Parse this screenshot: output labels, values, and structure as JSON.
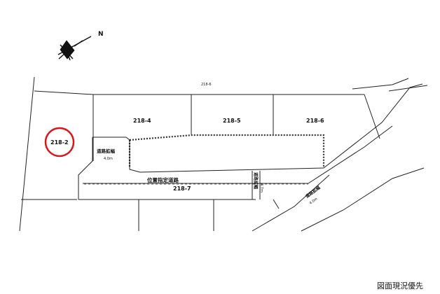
{
  "compass": {
    "label": "N",
    "icon": "north-arrow-icon"
  },
  "lots": {
    "top": "218-6",
    "lot_2": "218-2",
    "lot_4": "218-4",
    "lot_5": "218-5",
    "lot_6": "218-6"
  },
  "roads": {
    "left_road_name": "道路拡幅",
    "left_road_width": "4.0m",
    "position_road_name": "位置指定道路",
    "position_road_lot": "218-7",
    "vertical_road_name": "道路拡幅",
    "vertical_road_width": "4.7m",
    "diagonal_road_name": "道路拡幅",
    "diagonal_road_width": "4.0m"
  },
  "highlight": {
    "lot": "218-2",
    "color": "#d81818"
  },
  "footer": {
    "note": "図面現況優先"
  }
}
